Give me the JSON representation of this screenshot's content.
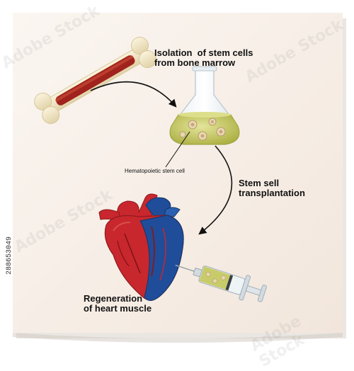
{
  "labels": {
    "isolation_line1": "Isolation  of stem cells",
    "isolation_line2": "from bone marrow",
    "hematopoietic": "Hematopoietic stem cell",
    "transplant_line1": "Stem sell",
    "transplant_line2": "transplantation",
    "regen_line1": "Regeneration",
    "regen_line2": "of heart muscle"
  },
  "stock_id": "288653049",
  "watermark": "Adobe Stock",
  "colors": {
    "paper": "#f7efe8",
    "bone": "#f1e7c9",
    "marrow": "#a0231d",
    "flask_liquid": "#c3c65a",
    "heart_red": "#c8272d",
    "heart_blue": "#1f4d9a",
    "arrow": "#111111"
  }
}
